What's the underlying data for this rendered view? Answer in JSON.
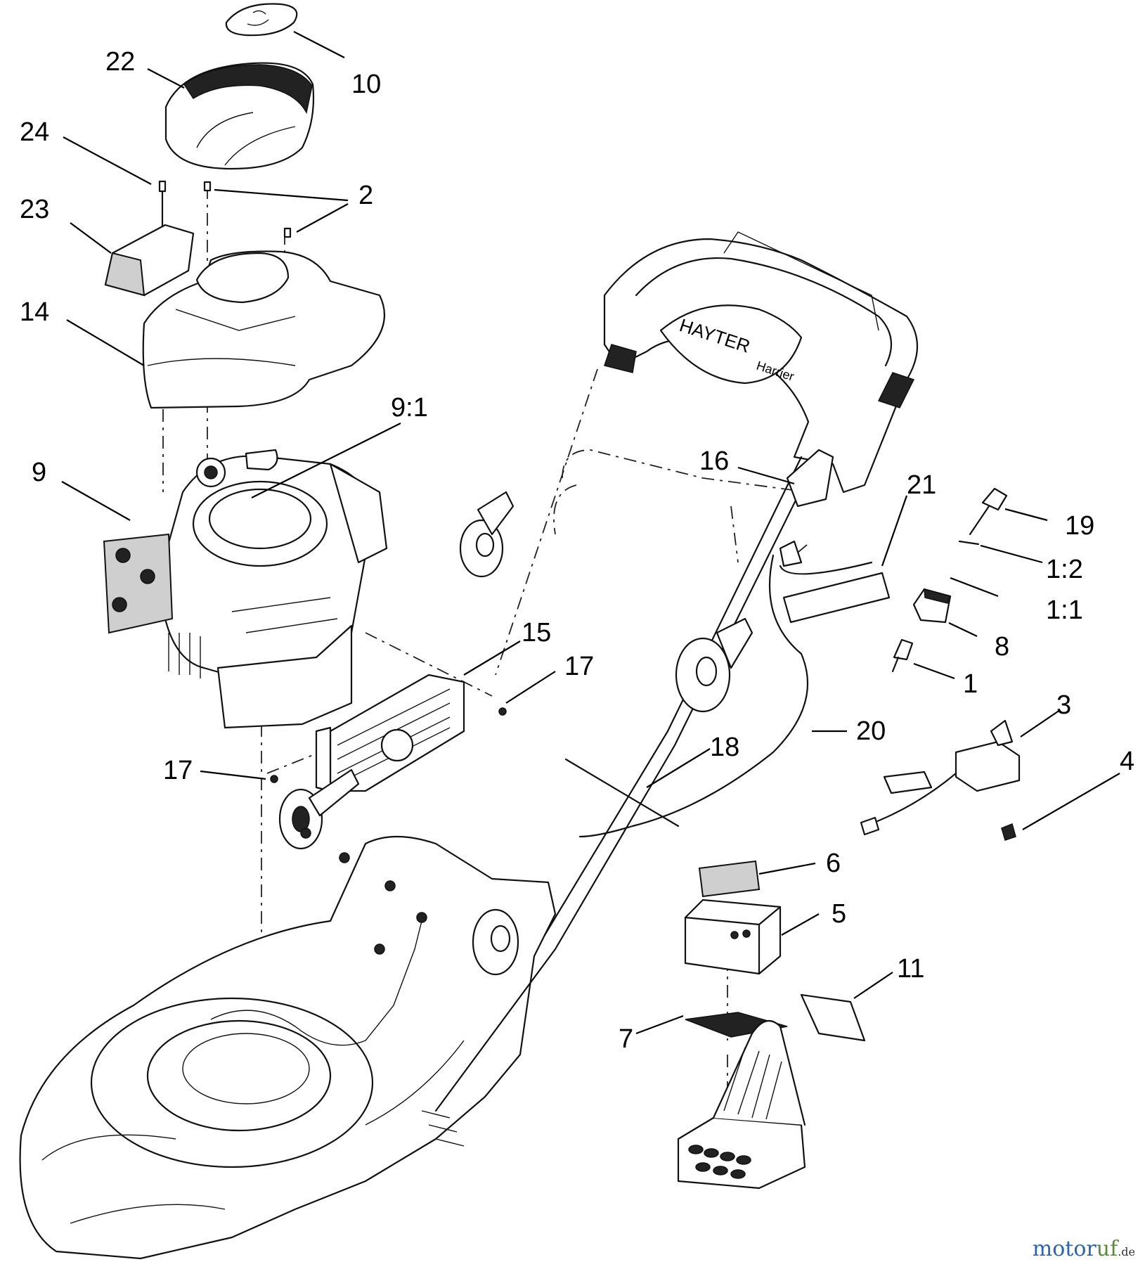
{
  "diagram": {
    "callouts": [
      "22",
      "10",
      "24",
      "2",
      "23",
      "14",
      "9:1",
      "9",
      "16",
      "21",
      "19",
      "1:2",
      "1:1",
      "8",
      "15",
      "17",
      "1",
      "3",
      "20",
      "18",
      "4",
      "17",
      "6",
      "5",
      "11",
      "7"
    ],
    "decal_text": {
      "handle_brand": "HAYTER",
      "handle_model": "Harrier"
    }
  },
  "watermark": {
    "part1": "motor",
    "part2": "uf",
    "suffix": ".de"
  }
}
